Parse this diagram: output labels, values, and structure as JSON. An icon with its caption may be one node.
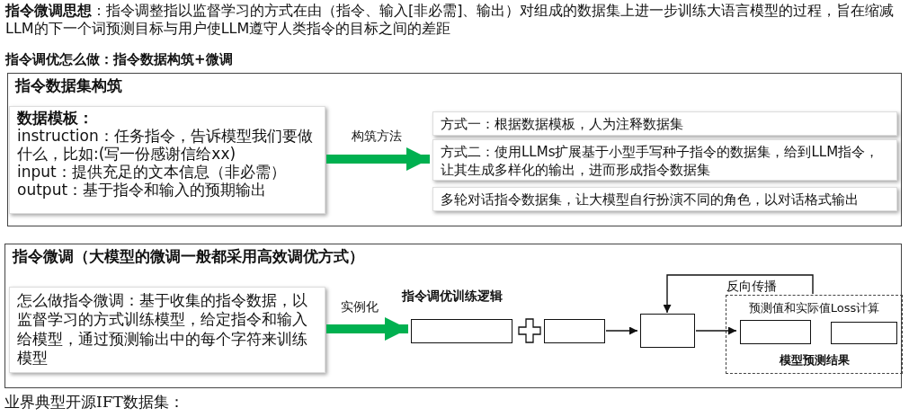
{
  "diagram": {
    "nodes": [
      {
        "text": [
          "指令数据集构筑"
        ]
      },
      {
        "text": [
          "数据模板：",
          "instruction：任务指令，告诉模型我们要做什么，比如:(写一份感谢信给xx)",
          "input：提供充足的文本信息（非必需）",
          "output：基于指令和输入的预期输出"
        ],
        "in": 0
      },
      {
        "text": [
          "方式一：根据数据模板，人为注释数据集"
        ],
        "in": 0
      },
      {
        "text": [
          "方式二：使用LLMs扩展基于小型手写种子指令的数据集，给到LLM指令，让其生成多样化的输出，进而形成指令数据集"
        ],
        "in": 0
      },
      {
        "text": [
          "多轮对话指令数据集，让大模型自行扮演不同的角色，以对话格式输出"
        ],
        "in": 0
      },
      {
        "text": [
          "指令微调（大模型的微调一般都采用高效调优方式）"
        ]
      },
      {
        "text": [
          "怎么做指令微调：基于收集的指令数据，以监督学习的方式训练模型，给定指令和输入给模型，通过预测输出中的每个字符来训练模型"
        ],
        "in": 5
      },
      {
        "text": [],
        "shape": "box",
        "in": 5
      },
      {
        "text": [],
        "shape": "box",
        "in": 5
      },
      {
        "text": [],
        "shape": "box",
        "in": 5
      },
      {
        "text": [
          "预测值和实际值Loss计算",
          "模型预测结果"
        ],
        "in": 5
      },
      {
        "text": [],
        "shape": "box",
        "in": 10
      },
      {
        "text": [],
        "shape": "box",
        "in": 10
      }
    ],
    "edges": [
      {
        "from": 1,
        "to": 3,
        "arrow": "to",
        "label": "构筑方法",
        "style": "thick",
        "color": "#00b050"
      },
      {
        "from": 6,
        "to": 7,
        "arrow": "to",
        "label": "实例化",
        "style": "thick",
        "color": "#00b050"
      },
      {
        "from": 8,
        "to": 9,
        "arrow": "to"
      },
      {
        "from": 9,
        "to": 11,
        "arrow": "to"
      },
      {
        "from": 10,
        "to": 9,
        "arrow": "to",
        "label": "反向传播"
      }
    ],
    "labels": [
      "**指令微调思想**：指令调整指以监督学习的方式在由（指令、输入[非必需]、输出）对组成的数据集上进一步训练大语言模型的过程，旨在缩减LLM的下一个词预测目标与用户使LLM遵守人类指令的目标之间的差距",
      "指令调优怎么做：指令数据构筑+微调",
      "指令调优训练逻辑",
      "业界典型开源IFT数据集："
    ]
  }
}
